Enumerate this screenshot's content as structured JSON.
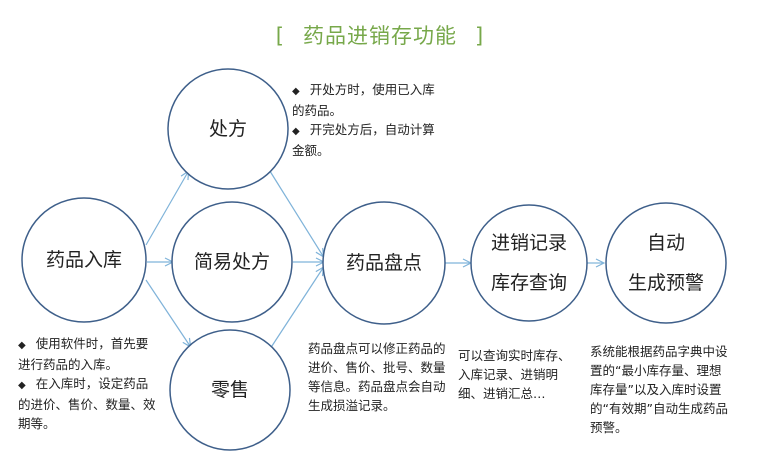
{
  "title": {
    "left_bracket": "[",
    "text": "药品进销存功能",
    "right_bracket": "]",
    "color": "#77a84a"
  },
  "nodes": {
    "stock_in": "药品入库",
    "prescription": "处方",
    "simple_prescription": "简易处方",
    "retail": "零售",
    "inventory": "药品盘点",
    "records_line1": "进销记录",
    "records_line2": "库存查询",
    "alert_line1": "自动",
    "alert_line2": "生成预警"
  },
  "notes": {
    "prescription": {
      "item1": "开处方时，使用已入库的药品。",
      "item2": "开完处方后，自动计算金额。"
    },
    "stock_in": {
      "item1": "使用软件时，首先要进行药品的入库。",
      "item2": "在入库时，设定药品的进价、售价、数量、效期等。"
    },
    "inventory": "药品盘点可以修正药品的进价、售价、批号、数量等信息。药品盘点会自动生成损溢记录。",
    "records": "可以查询实时库存、入库记录、进销明细、进销汇总…",
    "alert": "系统能根据药品字典中设置的“最小库存量、理想库存量”以及入库时设置的“有效期”自动生成药品预警。"
  },
  "colors": {
    "circle_stroke": "#3e5f8a",
    "arrow": "#7fb3d9"
  }
}
